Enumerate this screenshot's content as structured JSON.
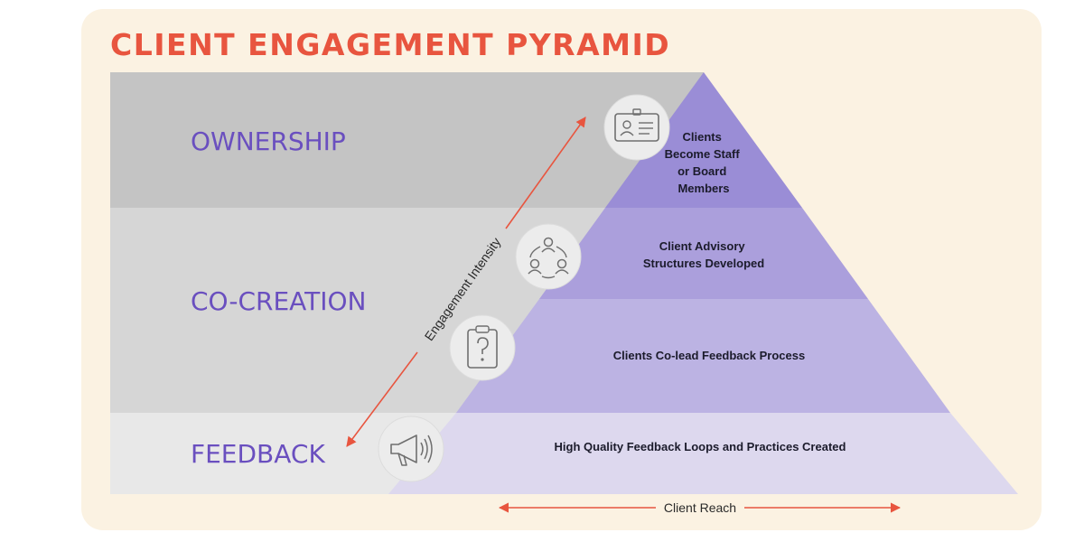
{
  "title": "CLIENT ENGAGEMENT PYRAMID",
  "colors": {
    "title": "#e8553f",
    "level_text": "#6a4fbf",
    "band_ownership": "#c4c4c4",
    "band_cocreation": "#d6d6d6",
    "band_feedback": "#e8e8e8",
    "pyramid_top": "#9a8dd6",
    "pyramid_mid": "#ab9fdc",
    "pyramid_low": "#bcb3e3",
    "pyramid_base": "#ddd8ee",
    "arrow": "#e8553f"
  },
  "levels": {
    "ownership": "OWNERSHIP",
    "cocreation": "CO-CREATION",
    "feedback": "FEEDBACK"
  },
  "pyramid": {
    "top_lines": [
      "Clients",
      "Become Staff",
      "or Board",
      "Members"
    ],
    "advisory_lines": [
      "Client Advisory",
      "Structures Developed"
    ],
    "colead": "Clients Co-lead Feedback Process",
    "base": "High Quality Feedback Loops and Practices Created"
  },
  "icons": [
    "id-badge-icon",
    "people-cycle-icon",
    "clipboard-question-icon",
    "megaphone-icon"
  ],
  "axes": {
    "vertical": "Engagement Intensity",
    "horizontal": "Client Reach"
  }
}
